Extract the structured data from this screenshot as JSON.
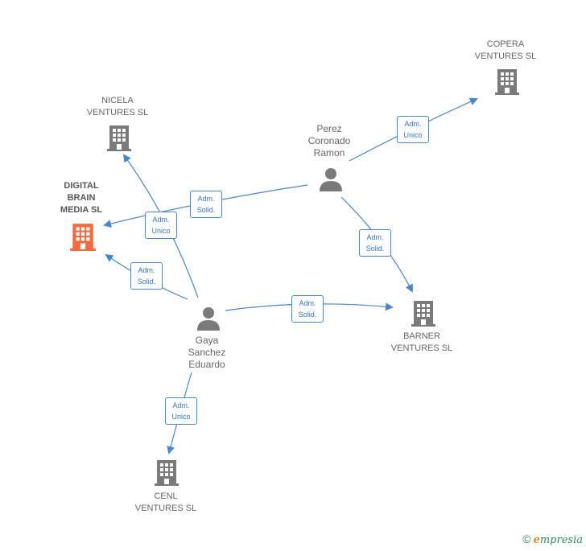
{
  "colors": {
    "edge": "#4a86c8",
    "company": "#7a7a7a",
    "main_company": "#f26a3f",
    "person": "#7a7a7a"
  },
  "nodes": {
    "copera": {
      "label": "COPERA\nVENTURES  SL",
      "icon": "building-icon"
    },
    "nicela": {
      "label": "NICELA\nVENTURES  SL",
      "icon": "building-icon"
    },
    "digital": {
      "label": "DIGITAL\nBRAIN\nMEDIA  SL",
      "icon": "building-icon"
    },
    "perez": {
      "label": "Perez\nCoronado\nRamon",
      "icon": "person-icon"
    },
    "gaya": {
      "label": "Gaya\nSanchez\nEduardo",
      "icon": "person-icon"
    },
    "barner": {
      "label": "BARNER\nVENTURES  SL",
      "icon": "building-icon"
    },
    "cenl": {
      "label": "CENL\nVENTURES  SL",
      "icon": "building-icon"
    }
  },
  "edges": {
    "perez_copera": "Adm.\nUnico",
    "perez_digital": "Adm.\nSolid.",
    "perez_barner": "Adm.\nSolid.",
    "gaya_nicela": "Adm.\nUnico",
    "gaya_digital": "Adm.\nSolid.",
    "gaya_barner": "Adm.\nSolid.",
    "gaya_cenl": "Adm.\nUnico"
  },
  "footer": {
    "copyright": "©",
    "brand_initial": "e",
    "brand_rest": "mpresia"
  }
}
